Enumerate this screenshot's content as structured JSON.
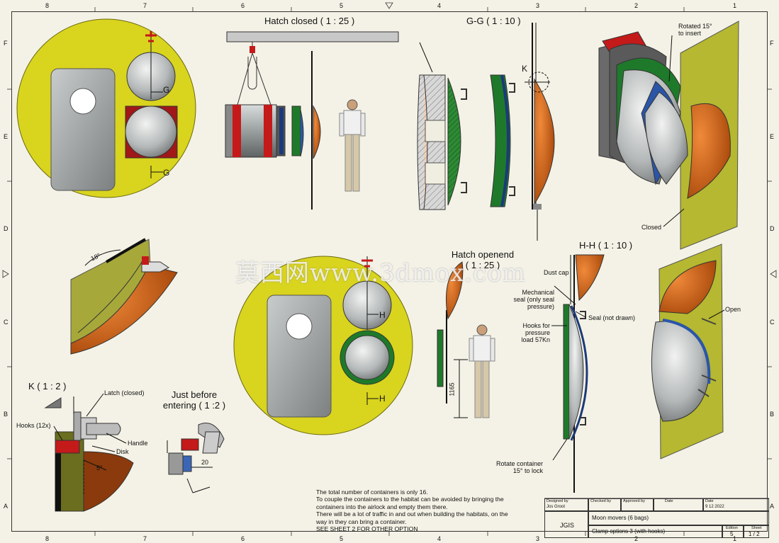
{
  "zones": {
    "cols": [
      "8",
      "7",
      "6",
      "5",
      "4",
      "3",
      "2",
      "1"
    ],
    "rows": [
      "F",
      "E",
      "D",
      "C",
      "B",
      "A"
    ]
  },
  "views": {
    "hatch_closed": "Hatch closed ( 1 : 25 )",
    "gg": "G-G ( 1 : 10 )",
    "hatch_opened": "Hatch openend\n( 1 : 25 )",
    "hh": "H-H ( 1 : 10 )",
    "k": "K ( 1 : 2 )",
    "just_before": "Just before\nentering ( 1 :2 )"
  },
  "labels": {
    "g_top": "G",
    "g_bottom": "G",
    "h_top": "H",
    "h_bottom": "H",
    "k_mark": "K",
    "rotated": "Rotated 15°\nto insert",
    "closed": "Closed",
    "open": "Open",
    "angle_18": "18°",
    "dust_cap": "Dust cap",
    "mech_seal": "Mechanical\nseal (only seal\npressure)",
    "seal_not_drawn": "Seal (not drawn)",
    "hooks_pressure": "Hooks  for\npressure\nload 57Kn",
    "rotate_container": "Rotate container\n15° to lock",
    "dim_1165": "1165",
    "latch": "Latch (closed)",
    "hooks_12x": "Hooks (12x)",
    "handle": "Handle",
    "disk": "Disk",
    "angle_5": "5°",
    "dim_20": "20"
  },
  "notes": [
    "The total number of containers is only 16.",
    "To couple the containers to the habitat can be avoided by bringing the",
    "containers into the airlock and empty them there.",
    "There will be a lot of traffic in and out when building the habitats, on the",
    "way in they can bring a container.",
    "SEE SHEET 2 FOR OTHER OPTION"
  ],
  "title_block": {
    "designed_by_h": "Designed by",
    "designed_by": "Jos Groot",
    "checked_by_h": "Checked by",
    "approved_by_h": "Approved by",
    "date_h": "Date",
    "date2_h": "Date",
    "date": "9 12 2022",
    "org": "JGIS",
    "title": "Moon movers (6 bags)",
    "subtitle": "Clamp options 3  (with hooks)",
    "edition_h": "Edition",
    "edition": "5",
    "sheet_h": "Sheet",
    "sheet": "1 / 2"
  },
  "watermark": "莫西网www.3dmox.com",
  "colors": {
    "yellow": "#d9d41e",
    "orange": "#c85a12",
    "green": "#1e7a2a",
    "navy": "#1b3a7a",
    "red": "#c41a1a",
    "olive": "#8f9a2a"
  }
}
